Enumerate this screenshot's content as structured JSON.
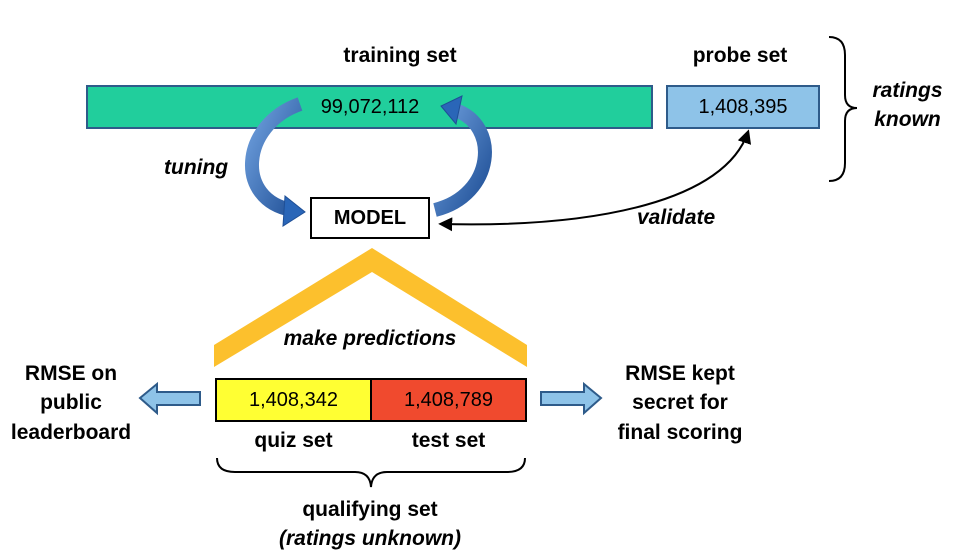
{
  "labels": {
    "training_set": "training set",
    "probe_set": "probe set",
    "ratings_known_1": "ratings",
    "ratings_known_2": "known",
    "tuning": "tuning",
    "validate": "validate",
    "make_predictions": "make predictions",
    "rmse_public_1": "RMSE on",
    "rmse_public_2": "public",
    "rmse_public_3": "leaderboard",
    "rmse_secret_1": "RMSE kept",
    "rmse_secret_2": "secret for",
    "rmse_secret_3": "final scoring",
    "quiz_set": "quiz set",
    "test_set": "test set",
    "qualifying_set": "qualifying set",
    "ratings_unknown": "(ratings unknown)"
  },
  "values": {
    "training_count": "99,072,112",
    "probe_count": "1,408,395",
    "model": "MODEL",
    "quiz_count": "1,408,342",
    "test_count": "1,408,789"
  },
  "colors": {
    "training": "#21CE9C",
    "probe": "#8EC3E8",
    "probe_border": "#2E5B8A",
    "quiz": "#FFFF33",
    "test": "#F04A2E",
    "roof": "#FCC02D",
    "curved_arrow": "#2A66B8",
    "side_arrow": "#8EC3E8"
  },
  "icons": {
    "tuning_arrows": "curved-circular-arrows-icon",
    "validate_arrow": "double-headed-curved-arrow-icon",
    "left_arrow": "arrow-left-icon",
    "right_arrow": "arrow-right-icon"
  }
}
